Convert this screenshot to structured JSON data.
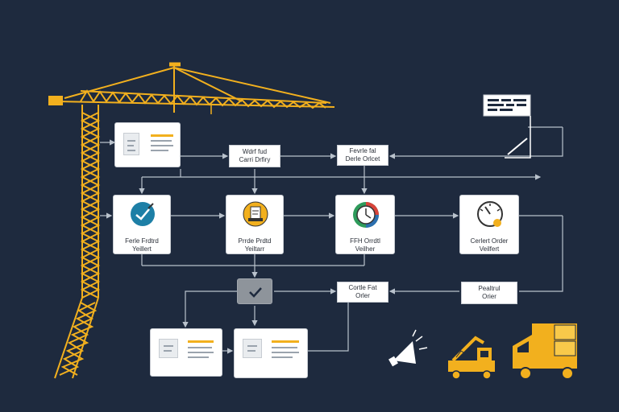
{
  "nodes": {
    "fork_cart": {
      "line1": "Wdrf fud",
      "line2": "Carri Drfiry"
    },
    "order_check": {
      "line1": "Fevrle fal",
      "line2": "Derle Orlcet"
    },
    "verification_1": {
      "line1": "Ferle Frdtrd",
      "line2": "Yeillert"
    },
    "verification_2": {
      "line1": "Prrde Prdtd",
      "line2": "Yeiltarr"
    },
    "verification_3": {
      "line1": "FFH Orrdtl",
      "line2": "Veilher"
    },
    "verification_4": {
      "line1": "Cerlert Order",
      "line2": "Veilfert"
    },
    "order_fast": {
      "line1": "Cortle Fat",
      "line2": "Orler"
    },
    "order_pending": {
      "line1": "Pealtrul",
      "line2": "Orier"
    }
  },
  "colors": {
    "background": "#1e2a3e",
    "crane": "#f2b01e",
    "connector": "#b9c2cc",
    "card": "#ffffff",
    "check_box": "#8e949b"
  },
  "icons": {
    "crane_tower": "tower-crane-icon",
    "clipboard": "clipboard-icon",
    "check_circle": "check-circle-icon",
    "document_badge": "document-badge-icon",
    "stopwatch": "stopwatch-icon",
    "gauge": "gauge-icon",
    "check_square": "check-square-icon",
    "megaphone": "megaphone-icon",
    "mobile_crane": "mobile-crane-icon",
    "truck": "truck-icon"
  }
}
